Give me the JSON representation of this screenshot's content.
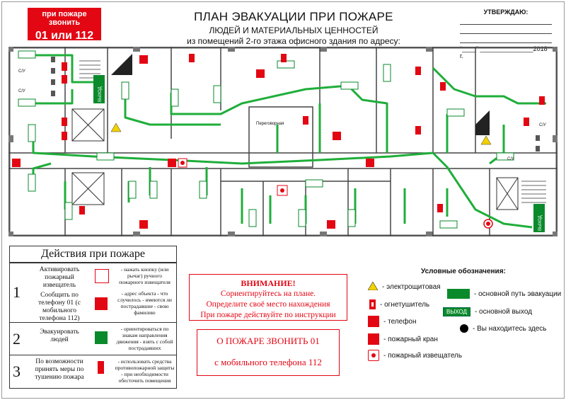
{
  "call_box": {
    "line1": "при пожаре звонить",
    "line2": "01 или 112"
  },
  "title": {
    "line1": "ПЛАН ЭВАКУАЦИИ ПРИ ПОЖАРЕ",
    "line2": "ЛЮДЕЙ И МАТЕРИАЛЬНЫХ ЦЕННОСТЕЙ",
    "line3": "из помещений 2-го этажа офисного здания по адресу:"
  },
  "approve": {
    "heading": "УТВЕРЖДАЮ:",
    "date": "“____” _______________2018 г."
  },
  "plan": {
    "room_meeting": "Переговорная",
    "su": "С/У",
    "exit": "ВЫХОД"
  },
  "actions": {
    "heading": "Действия при пожаре",
    "steps": [
      {
        "num": "1",
        "items": [
          {
            "action": "Активировать пожарный извещатель",
            "desc": "- нажать кнопку (или рычаг) ручного пожарного извещателя"
          },
          {
            "action": "Сообщить по телефону 01 (с мобильного телефона 112)",
            "desc": "- адрес объекта - что случилось - имеются ли пострадавшие - свою фамилию"
          }
        ]
      },
      {
        "num": "2",
        "items": [
          {
            "action": "Эвакуировать людей",
            "desc": "- ориентироваться по знакам направления движения - взять с собой пострадавших"
          }
        ]
      },
      {
        "num": "3",
        "items": [
          {
            "action": "По возможности принять меры по тушению пожара",
            "desc": "- использовать средства противопожарной защиты - при необходимости обесточить помещения"
          }
        ]
      }
    ]
  },
  "attention": {
    "heading": "ВНИМАНИЕ!",
    "lines": [
      "Сориентируйтесь на плане.",
      "Определите своё место нахождения",
      "При пожаре действуйте по инструкции"
    ]
  },
  "call2": {
    "line1": "О ПОЖАРЕ ЗВОНИТЬ  01",
    "line2": "с мобильного телефона  112"
  },
  "legend": {
    "title": "Условные обозначения:",
    "items": [
      {
        "label": "- электрощитовая",
        "icon": "electrical-panel-icon"
      },
      {
        "label": "- огнетушитель",
        "icon": "extinguisher-icon"
      },
      {
        "label": "- телефон",
        "icon": "phone-icon"
      },
      {
        "label": "- пожарный кран",
        "icon": "fire-hydrant-icon"
      },
      {
        "label": "- пожарный извещатель",
        "icon": "fire-alarm-icon"
      },
      {
        "label": "- основной путь эвакуации",
        "icon": "evacuation-arrow-icon"
      },
      {
        "label": "- основной выход",
        "icon": "main-exit-icon",
        "box_text": "ВЫХОД"
      },
      {
        "label": "- Вы находитесь здесь",
        "icon": "you-are-here-icon"
      }
    ]
  },
  "colors": {
    "red": "#e30613",
    "green": "#0a8a2b",
    "wall": "#555555"
  }
}
